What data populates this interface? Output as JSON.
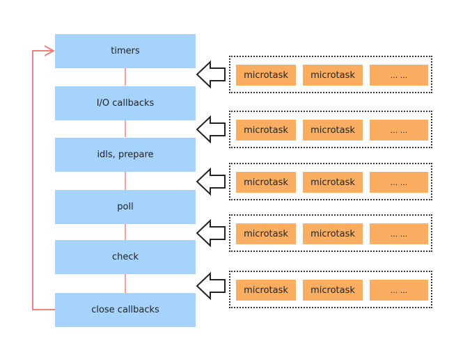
{
  "phases": [
    "timers",
    "I/O callbacks",
    "idls, prepare",
    "poll",
    "check",
    "close callbacks"
  ],
  "queues": [
    [
      "microtask",
      "microtask",
      "... ..."
    ],
    [
      "microtask",
      "microtask",
      "... ..."
    ],
    [
      "microtask",
      "microtask",
      "... ..."
    ],
    [
      "microtask",
      "microtask",
      "... ..."
    ],
    [
      "microtask",
      "microtask",
      "... ..."
    ]
  ],
  "colors": {
    "phase_fill": "#a6d3fb",
    "microtask_fill": "#fbae62",
    "connector": "#f2a0a0",
    "loop_arrow": "#f08080",
    "queue_border": "#333333"
  }
}
